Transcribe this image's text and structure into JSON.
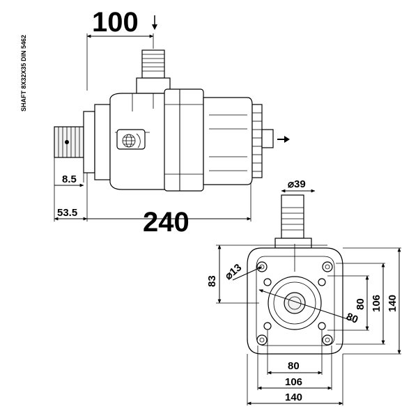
{
  "labels": {
    "inlet": "100",
    "overall_length": "240",
    "shaft_spec": "SHAFT 8X32X35 DIN 5462",
    "flange_thickness": "8.5",
    "shaft_length": "53.5",
    "port_diameter": "⌀39",
    "mount_hole": "⌀13",
    "height_83": "83",
    "pitch_80_h": "80",
    "pitch_106_h": "106",
    "size_140_h": "140",
    "pitch_80_v": "80",
    "pitch_106_v": "106",
    "size_140_v": "140",
    "pilot_80": "80"
  },
  "icons": {
    "inlet_arrow": "arrow-down-icon",
    "outlet_arrow": "arrow-right-icon",
    "rotation_symbol": "globe-rotation-icon"
  }
}
